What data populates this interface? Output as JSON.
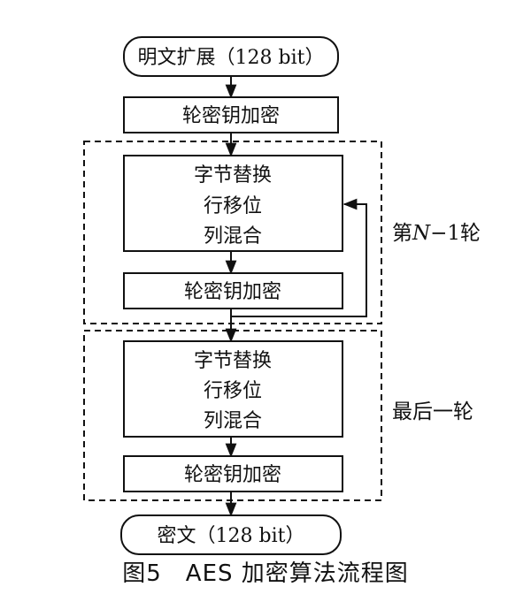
{
  "diagram": {
    "start": "明文扩展（128 bit）",
    "initial_round": "轮密钥加密",
    "round_main": {
      "line1": "字节替换",
      "line2": "行移位",
      "line3": "列混合",
      "key_add": "轮密钥加密",
      "group_label": "第N−1轮",
      "group_label_parts": {
        "pre": "第",
        "italic": "N",
        "post": "−1轮"
      }
    },
    "round_final": {
      "line1": "字节替换",
      "line2": "行移位",
      "line3": "列混合",
      "key_add": "轮密钥加密",
      "group_label": "最后一轮"
    },
    "end": "密文（128 bit）"
  },
  "caption": "图5　AES 加密算法流程图"
}
